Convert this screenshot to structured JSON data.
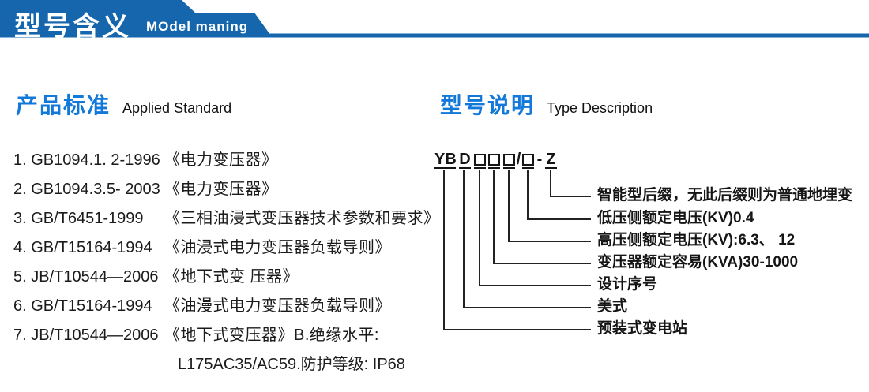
{
  "colors": {
    "header_blue": "#1566ad",
    "heading_blue": "#1278da",
    "ink": "#1b1b1b"
  },
  "header": {
    "title_cn": "型号含义",
    "title_en": "MOdel maning"
  },
  "standards": {
    "heading_cn": "产品标准",
    "heading_en": "Applied Standard",
    "items": [
      {
        "code": "1. GB1094.1. 2-1996",
        "title": "《电力变压器》"
      },
      {
        "code": "2. GB1094.3.5- 2003",
        "title": "《电力变压器》"
      },
      {
        "code": "3. GB/T6451-1999",
        "title": "《三相油浸式变压器技术参数和要求》"
      },
      {
        "code": "4. GB/T15164-1994",
        "title": "《油浸式电力变压器负载导则》"
      },
      {
        "code": "5. JB/T10544—2006",
        "title": "《地下式变 压器》"
      },
      {
        "code": "6. GB/T15164-1994",
        "title": "《油漫式电力变压器负载导则》"
      },
      {
        "code": "7. JB/T10544—2006",
        "title": "《地下式变压器》B.绝缘水平:"
      }
    ],
    "continuation": "L175AC35/AC59.防护等级: IP68"
  },
  "type_desc": {
    "heading_cn": "型号说明",
    "heading_en": "Type Description",
    "model_code": {
      "part1": "YB",
      "part2": "D",
      "slash": "/",
      "dash": "-",
      "suffix": "Z"
    },
    "labels": [
      "智能型后缀，无此后缀则为普通地埋变",
      "低压侧额定电压(KV)0.4",
      "高压侧额定电压(KV):6.3、 12",
      "变压器额定容易(KVA)30-1000",
      "设计序号",
      "美式",
      "预装式变电站"
    ]
  }
}
